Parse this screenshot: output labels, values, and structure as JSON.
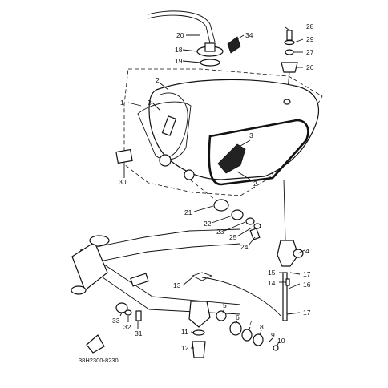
{
  "diagram_code": "38H2300-8230",
  "colors": {
    "ink": "#111111",
    "paper": "#ffffff"
  },
  "callouts": [
    {
      "id": "c1",
      "text": "1"
    },
    {
      "id": "c2a",
      "text": "2"
    },
    {
      "id": "c2b",
      "text": "2"
    },
    {
      "id": "c3a",
      "text": "3"
    },
    {
      "id": "c3b",
      "text": "3"
    },
    {
      "id": "c4",
      "text": "4"
    },
    {
      "id": "c5",
      "text": "5"
    },
    {
      "id": "c6",
      "text": "6"
    },
    {
      "id": "c7",
      "text": "7"
    },
    {
      "id": "c8",
      "text": "8"
    },
    {
      "id": "c9",
      "text": "9"
    },
    {
      "id": "c10",
      "text": "10"
    },
    {
      "id": "c11",
      "text": "11"
    },
    {
      "id": "c12",
      "text": "12"
    },
    {
      "id": "c13",
      "text": "13"
    },
    {
      "id": "c14",
      "text": "14"
    },
    {
      "id": "c15",
      "text": "15"
    },
    {
      "id": "c16",
      "text": "16"
    },
    {
      "id": "c17a",
      "text": "17"
    },
    {
      "id": "c17b",
      "text": "17"
    },
    {
      "id": "c18",
      "text": "18"
    },
    {
      "id": "c19",
      "text": "19"
    },
    {
      "id": "c20",
      "text": "20"
    },
    {
      "id": "c21",
      "text": "21"
    },
    {
      "id": "c22",
      "text": "22"
    },
    {
      "id": "c23",
      "text": "23"
    },
    {
      "id": "c24",
      "text": "24"
    },
    {
      "id": "c25",
      "text": "25"
    },
    {
      "id": "c26",
      "text": "26"
    },
    {
      "id": "c27",
      "text": "27"
    },
    {
      "id": "c28",
      "text": "28"
    },
    {
      "id": "c29",
      "text": "29"
    },
    {
      "id": "c30",
      "text": "30"
    },
    {
      "id": "c31",
      "text": "31"
    },
    {
      "id": "c32",
      "text": "32"
    },
    {
      "id": "c33",
      "text": "33"
    },
    {
      "id": "c34",
      "text": "34"
    }
  ]
}
